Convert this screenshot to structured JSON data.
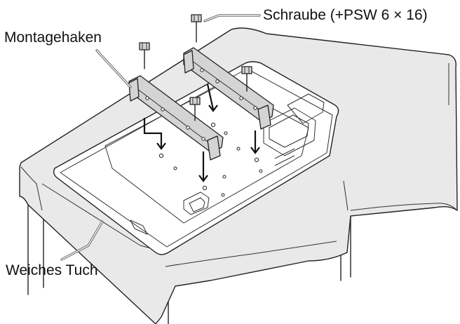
{
  "labels": {
    "screw": "Schraube (+PSW 6 × 16)",
    "hook": "Montagehaken",
    "cloth": "Weiches Tuch"
  },
  "icons": {
    "screw": "screw-icon",
    "mounting_hook": "mounting-hook-icon",
    "tv_panel": "tv-panel-icon",
    "table": "table-icon"
  },
  "colors": {
    "cloth": "#e9e9e9",
    "bracket": "#d4d4d4",
    "line": "#222222"
  }
}
